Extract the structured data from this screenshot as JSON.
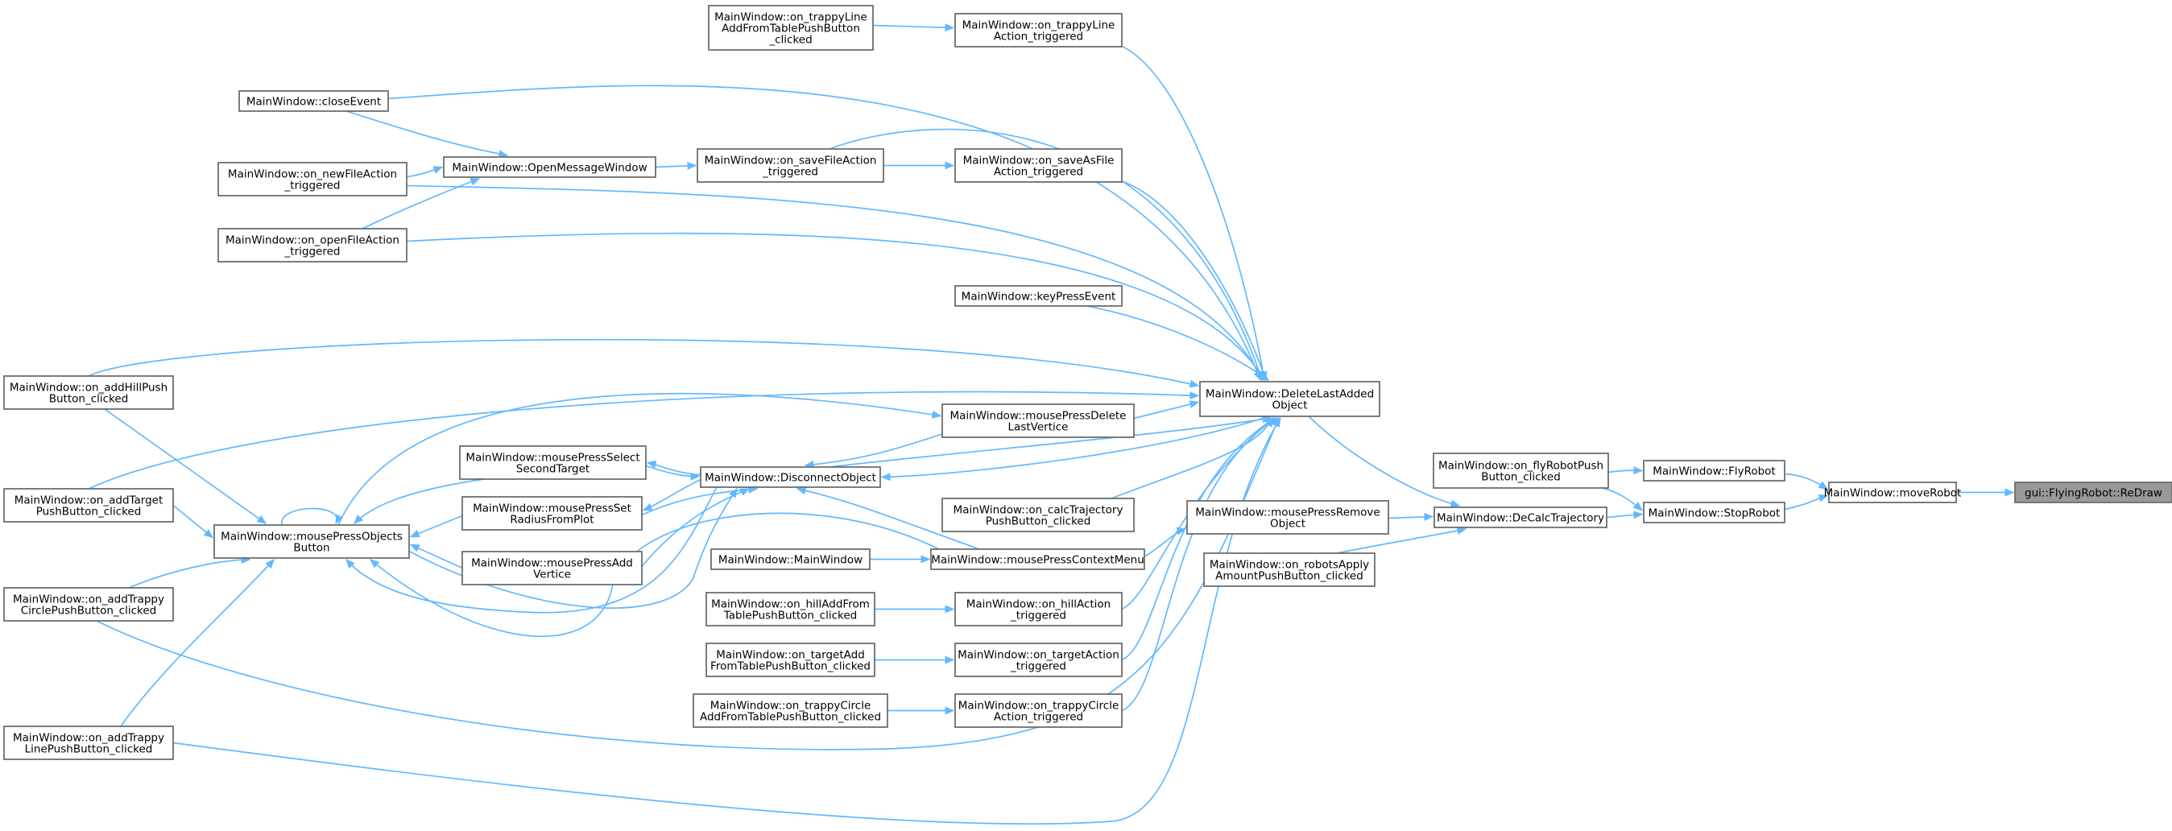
{
  "nodes": {
    "redraw": [
      "gui::FlyingRobot::ReDraw"
    ],
    "moveRobot": [
      "MainWindow::moveRobot"
    ],
    "flyRobot": [
      "MainWindow::FlyRobot"
    ],
    "stopRobot": [
      "MainWindow::StopRobot"
    ],
    "onFlyRobot": [
      "MainWindow::on_flyRobotPush",
      "Button_clicked"
    ],
    "deCalc": [
      "MainWindow::DeCalcTrajectory"
    ],
    "deleteLast": [
      "MainWindow::DeleteLastAdded",
      "Object"
    ],
    "mousePressRemove": [
      "MainWindow::mousePressRemove",
      "Object"
    ],
    "onRobotsApply": [
      "MainWindow::on_robotsApply",
      "AmountPushButton_clicked"
    ],
    "onTrappyLineAction": [
      "MainWindow::on_trappyLine",
      "Action_triggered"
    ],
    "onTrappyLineAdd": [
      "MainWindow::on_trappyLine",
      "AddFromTablePushButton",
      "_clicked"
    ],
    "closeEvent": [
      "MainWindow::closeEvent"
    ],
    "openMessage": [
      "MainWindow::OpenMessageWindow"
    ],
    "onSaveFile": [
      "MainWindow::on_saveFileAction",
      "_triggered"
    ],
    "onSaveAs": [
      "MainWindow::on_saveAsFile",
      "Action_triggered"
    ],
    "onNewFile": [
      "MainWindow::on_newFileAction",
      "_triggered"
    ],
    "onOpenFile": [
      "MainWindow::on_openFileAction",
      "_triggered"
    ],
    "keyPress": [
      "MainWindow::keyPressEvent"
    ],
    "onAddHill": [
      "MainWindow::on_addHillPush",
      "Button_clicked"
    ],
    "mousePressDelete": [
      "MainWindow::mousePressDelete",
      "LastVertice"
    ],
    "mousePressSelect": [
      "MainWindow::mousePressSelect",
      "SecondTarget"
    ],
    "disconnect": [
      "MainWindow::DisconnectObject"
    ],
    "mousePressSet": [
      "MainWindow::mousePressSet",
      "RadiusFromPlot"
    ],
    "onAddTarget": [
      "MainWindow::on_addTarget",
      "PushButton_clicked"
    ],
    "mousePressObjects": [
      "MainWindow::mousePressObjects",
      "Button"
    ],
    "mousePressAdd": [
      "MainWindow::mousePressAdd",
      "Vertice"
    ],
    "onCalcTraj": [
      "MainWindow::on_calcTrajectory",
      "PushButton_clicked"
    ],
    "mainWindow": [
      "MainWindow::MainWindow"
    ],
    "contextMenu": [
      "MainWindow::mousePressContextMenu"
    ],
    "onAddTrappyCircle": [
      "MainWindow::on_addTrappy",
      "CirclePushButton_clicked"
    ],
    "onHillAdd": [
      "MainWindow::on_hillAddFrom",
      "TablePushButton_clicked"
    ],
    "onHillAction": [
      "MainWindow::on_hillAction",
      "_triggered"
    ],
    "onTargetAdd": [
      "MainWindow::on_targetAdd",
      "FromTablePushButton_clicked"
    ],
    "onTargetAction": [
      "MainWindow::on_targetAction",
      "_triggered"
    ],
    "onTrappyCircleAdd": [
      "MainWindow::on_trappyCircle",
      "AddFromTablePushButton_clicked"
    ],
    "onTrappyCircleAction": [
      "MainWindow::on_trappyCircle",
      "Action_triggered"
    ],
    "onAddTrappyLine": [
      "MainWindow::on_addTrappy",
      "LinePushButton_clicked"
    ]
  },
  "edges": [
    [
      "moveRobot",
      "redraw"
    ],
    [
      "flyRobot",
      "moveRobot"
    ],
    [
      "stopRobot",
      "moveRobot"
    ],
    [
      "onFlyRobot",
      "flyRobot"
    ],
    [
      "onFlyRobot",
      "stopRobot"
    ],
    [
      "deCalc",
      "stopRobot"
    ],
    [
      "deleteLast",
      "deCalc"
    ],
    [
      "mousePressRemove",
      "deCalc"
    ],
    [
      "onRobotsApply",
      "deCalc"
    ],
    [
      "onTrappyLineAdd",
      "onTrappyLineAction"
    ],
    [
      "onTrappyLineAction",
      "deleteLast"
    ],
    [
      "closeEvent",
      "deleteLast"
    ],
    [
      "closeEvent",
      "openMessage"
    ],
    [
      "openMessage",
      "onSaveFile"
    ],
    [
      "onSaveFile",
      "onSaveAs"
    ],
    [
      "onSaveFile",
      "deleteLast"
    ],
    [
      "onSaveAs",
      "deleteLast"
    ],
    [
      "onNewFile",
      "openMessage"
    ],
    [
      "onNewFile",
      "deleteLast"
    ],
    [
      "onOpenFile",
      "openMessage"
    ],
    [
      "onOpenFile",
      "deleteLast"
    ],
    [
      "keyPress",
      "deleteLast"
    ],
    [
      "onAddHill",
      "deleteLast"
    ],
    [
      "mousePressDelete",
      "deleteLast"
    ],
    [
      "disconnect",
      "deleteLast"
    ],
    [
      "deleteLast",
      "disconnect"
    ],
    [
      "onCalcTraj",
      "deleteLast"
    ],
    [
      "onHillAction",
      "deleteLast"
    ],
    [
      "onTargetAction",
      "deleteLast"
    ],
    [
      "onTrappyCircleAction",
      "deleteLast"
    ],
    [
      "onAddTrappyCircle",
      "deleteLast"
    ],
    [
      "onAddTrappyLine",
      "deleteLast"
    ],
    [
      "onAddTarget",
      "deleteLast"
    ],
    [
      "mousePressObjects",
      "mousePressDelete"
    ],
    [
      "disconnect",
      "mousePressSelect"
    ],
    [
      "disconnect",
      "mousePressSet"
    ],
    [
      "mousePressDelete",
      "disconnect"
    ],
    [
      "mousePressSelect",
      "disconnect"
    ],
    [
      "mousePressSet",
      "disconnect"
    ],
    [
      "mousePressAdd",
      "disconnect"
    ],
    [
      "mousePressObjects",
      "disconnect"
    ],
    [
      "mousePressObjects",
      "mousePressObjects"
    ],
    [
      "mousePressSelect",
      "mousePressObjects"
    ],
    [
      "mousePressSet",
      "mousePressObjects"
    ],
    [
      "mousePressAdd",
      "mousePressObjects"
    ],
    [
      "disconnect",
      "mousePressObjects"
    ],
    [
      "contextMenu",
      "disconnect"
    ],
    [
      "contextMenu",
      "mousePressObjects"
    ],
    [
      "contextMenu",
      "mousePressRemove"
    ],
    [
      "mainWindow",
      "contextMenu"
    ],
    [
      "onAddHill",
      "mousePressObjects"
    ],
    [
      "onAddTarget",
      "mousePressObjects"
    ],
    [
      "onAddTrappyCircle",
      "mousePressObjects"
    ],
    [
      "onAddTrappyLine",
      "mousePressObjects"
    ],
    [
      "onHillAdd",
      "onHillAction"
    ],
    [
      "onTargetAdd",
      "onTargetAction"
    ],
    [
      "onTrappyCircleAdd",
      "onTrappyCircleAction"
    ]
  ]
}
